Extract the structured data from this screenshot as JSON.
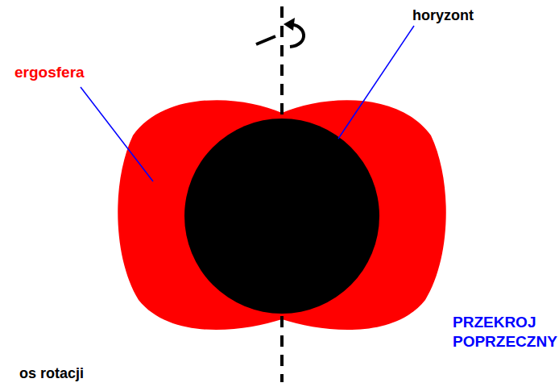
{
  "diagram": {
    "labels": [
      "ergosfera",
      "horyzont",
      "os rotacji",
      "PRZEKROJ POPRZECZNY"
    ]
  }
}
